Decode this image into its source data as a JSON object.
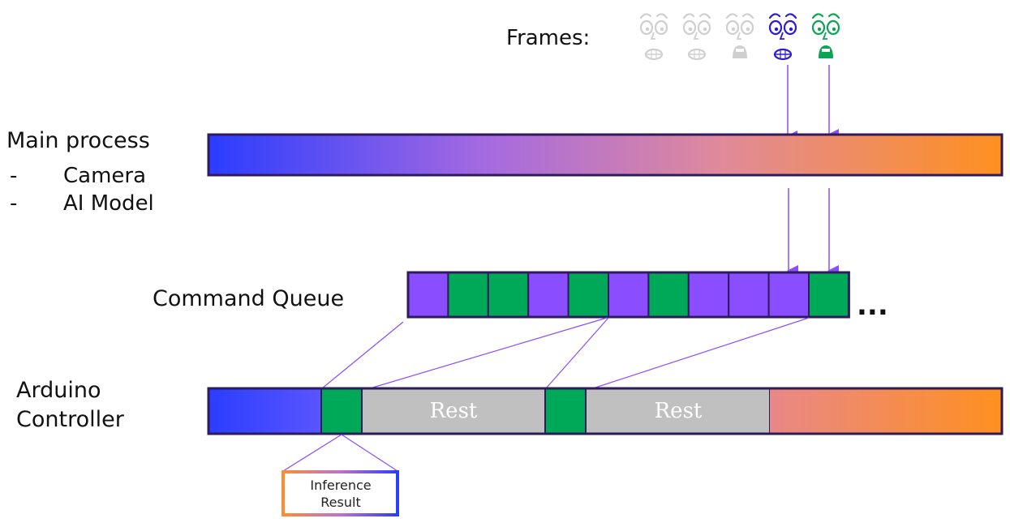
{
  "frames_label": "Frames:",
  "main_process": {
    "title": "Main process",
    "items": [
      {
        "dash": "-",
        "text": "Camera"
      },
      {
        "dash": "-",
        "text": "AI Model"
      }
    ]
  },
  "command_queue": {
    "label": "Command Queue",
    "ellipsis": "...",
    "cells": [
      "purple",
      "green",
      "green",
      "purple",
      "green",
      "purple",
      "green",
      "purple",
      "purple",
      "purple",
      "green"
    ]
  },
  "arduino": {
    "label_line1": "Arduino",
    "label_line2": "Controller",
    "rest_label": "Rest"
  },
  "inference_box": {
    "line1": "Inference",
    "line2": "Result"
  },
  "faces": [
    {
      "color": "#cfcfcf",
      "mouth": "grin"
    },
    {
      "color": "#cfcfcf",
      "mouth": "grin"
    },
    {
      "color": "#cfcfcf",
      "mouth": "open"
    },
    {
      "color": "#2b1bd6",
      "mouth": "grin"
    },
    {
      "color": "#0aa552",
      "mouth": "open"
    }
  ],
  "colors": {
    "purple_cell": "#8a4dff",
    "green_cell": "#00a957",
    "rest_gray": "#c0c0c0",
    "border": "#2e1a5c",
    "arrow": "#8a4dff",
    "line": "#8a4dff",
    "gradient_start": "#2b3dff",
    "gradient_mid1": "#a06be0",
    "gradient_mid2": "#e48a8a",
    "gradient_end": "#ff9020"
  }
}
